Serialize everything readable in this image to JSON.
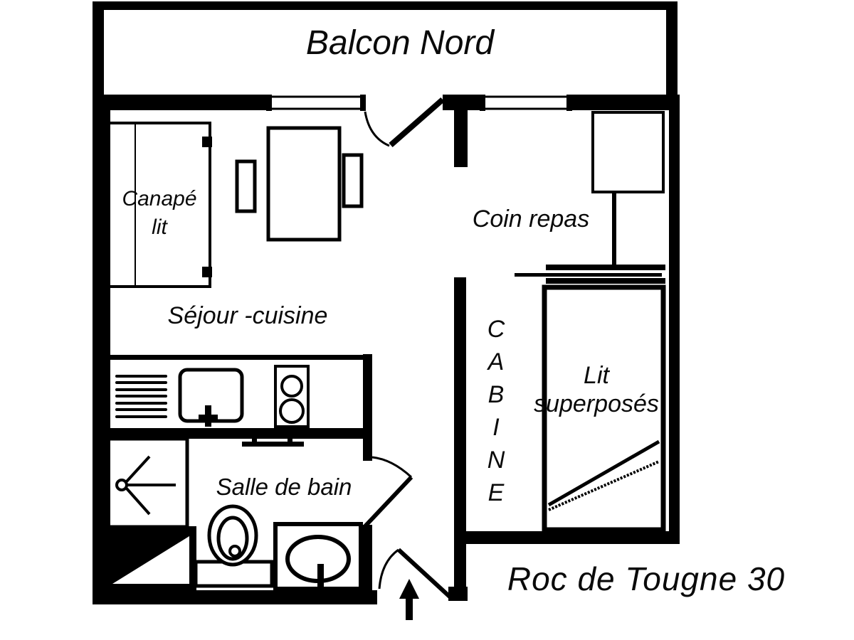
{
  "plan": {
    "title": "Roc de Tougne 30",
    "rooms": {
      "balcony": "Balcon Nord",
      "living": "Séjour -cuisine",
      "dining": "Coin repas",
      "bathroom": "Salle de bain",
      "cabin_letters": [
        "C",
        "A",
        "B",
        "I",
        "N",
        "E"
      ]
    },
    "furniture": {
      "sofa_lines": [
        "Canapé",
        "lit"
      ],
      "bunk_lines": [
        "Lit",
        "superposés"
      ]
    },
    "colors": {
      "ink": "#000000",
      "background": "#ffffff"
    }
  }
}
